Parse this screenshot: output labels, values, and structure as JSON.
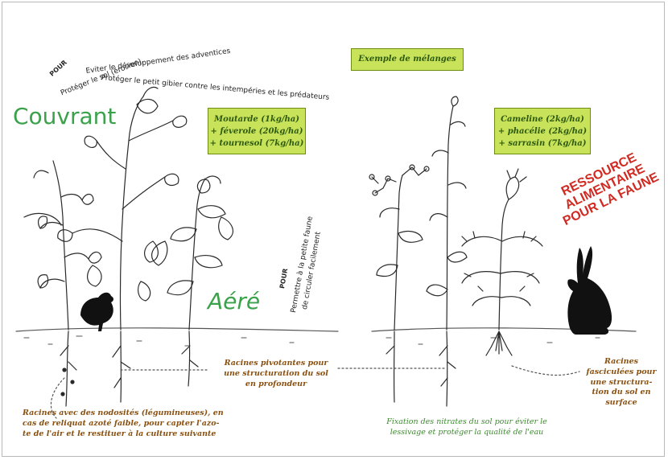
{
  "boxes": {
    "mix_title": "Exemple de mélanges",
    "mix1": [
      "Moutarde (1kg/ha)",
      "+ féverole (20kg/ha)",
      "+ tournesol (7kg/ha)"
    ],
    "mix2": [
      "Cameline (2kg/ha)",
      "+ phacélie (2kg/ha)",
      "+ sarrasin (7kg/ha)"
    ]
  },
  "labels": {
    "couvrant": "Couvrant",
    "aere": "Aéré",
    "pour": "POUR",
    "couvrant_reasons": [
      "Protéger le sol (érosion),",
      "Eviter le développement des adventices",
      "Protéger le petit gibier contre les intempéries et les prédateurs"
    ],
    "aere_reasons": [
      "Permettre à la petite faune",
      "de circuler facilement"
    ],
    "ressource": [
      "RESSOURCE",
      "ALIMENTAIRE",
      "POUR LA FAUNE"
    ]
  },
  "notes": {
    "pivot": [
      "Racines pivotantes pour",
      "une structuration du sol",
      "en profondeur"
    ],
    "nodosites": [
      "Racines avec des nodosités (légumineuses), en",
      "cas de reliquat azoté faible,  pour capter l'azo-",
      "te de l'air et le restituer à la culture suivante"
    ],
    "nitrates": [
      "Fixation des nitrates du sol pour éviter le",
      "lessivage et protéger la qualité de l'eau"
    ],
    "fasciculees": [
      "Racines",
      "fasciculées  pour",
      "une structura-",
      "tion du sol en",
      "surface"
    ]
  },
  "colors": {
    "box_fill": "#c8e35a",
    "green_text": "#3aa24a",
    "red_text": "#d12a22",
    "brown_text": "#8a5010"
  }
}
